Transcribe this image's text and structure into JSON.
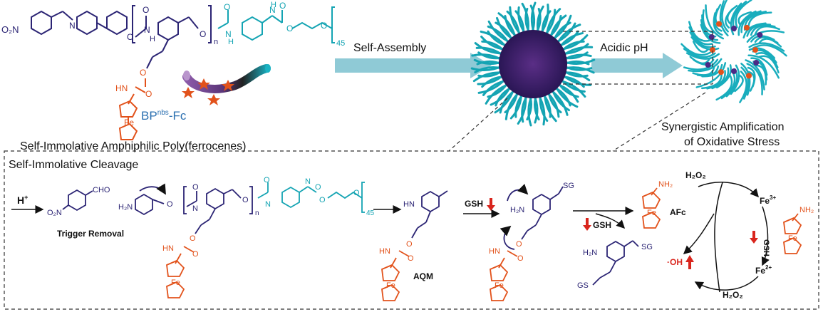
{
  "colors": {
    "navy": "#2b2474",
    "teal": "#14a4b3",
    "orange": "#e2521b",
    "red": "#d9251d",
    "black": "#111111",
    "arrow_blue": "#8fcad6",
    "micelle_core": "#3b1f6e"
  },
  "polymer": {
    "nitro": "O₂N",
    "o": "O",
    "n": "N",
    "nh": "H",
    "n_subscript": "n",
    "peg_subscript": "45",
    "hn": "HN",
    "fe": "Fe"
  },
  "label_bp": "BP",
  "label_bp_sup": "nbs",
  "label_bp_tail": "-Fc",
  "title_main": "Self-Immolative Amphiphilic Poly(ferrocenes)",
  "step_self_assembly": "Self-Assembly",
  "step_acidic": "Acidic pH",
  "synergy_line1": "Synergistic Amplification",
  "synergy_line2": "of Oxidative Stress",
  "cleavage_title": "Self-Immolative Cleavage",
  "h_plus": "H",
  "h_plus_sup": "+",
  "cho": "CHO",
  "trigger_removal": "Trigger Removal",
  "h2n": "H₂N",
  "hn_q": "HN",
  "aqm": "AQM",
  "gsh": "GSH",
  "sg": "SG",
  "gs": "GS",
  "nh2": "NH₂",
  "afc": "AFc",
  "h2o2": "H₂O₂",
  "fe3": "Fe",
  "fe3_sup": "3+",
  "fe2": "Fe",
  "fe2_sup": "2+",
  "oh_radical": "·OH"
}
